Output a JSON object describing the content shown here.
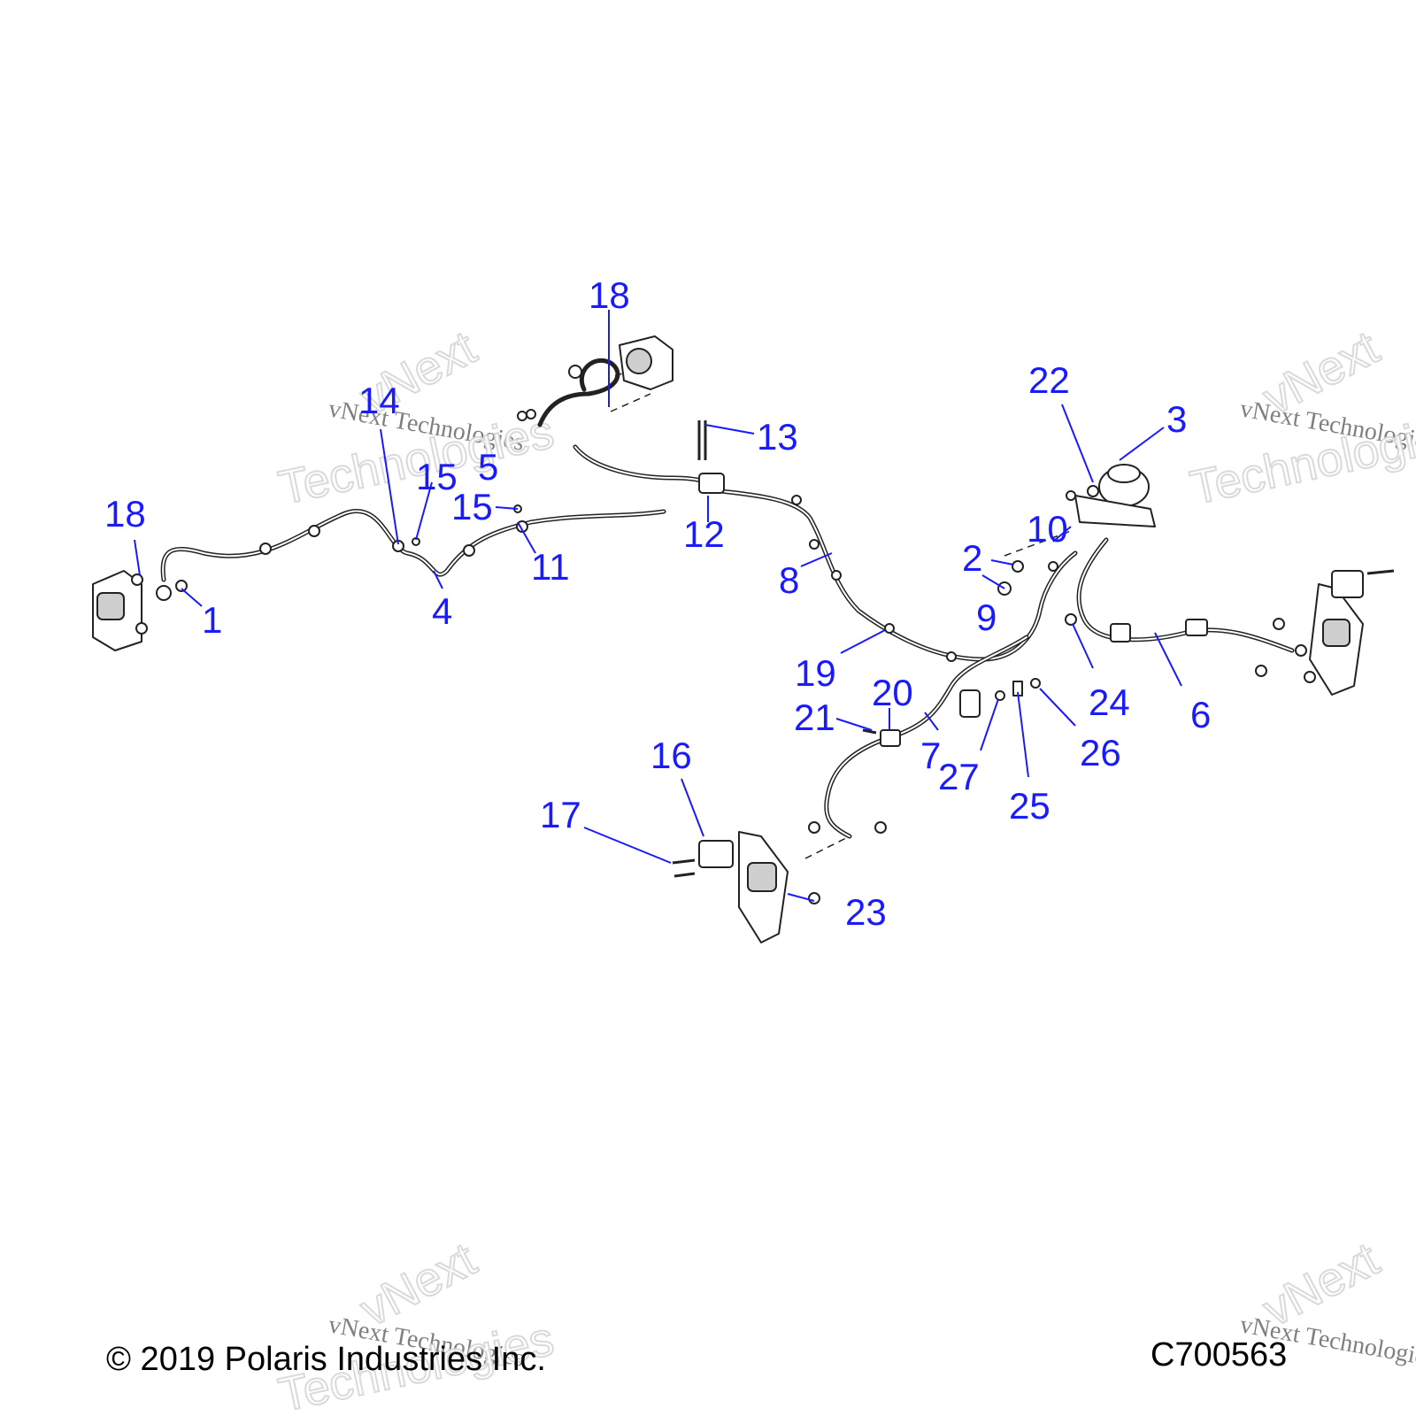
{
  "diagram": {
    "callouts": [
      "1",
      "2",
      "3",
      "4",
      "5",
      "6",
      "7",
      "8",
      "9",
      "10",
      "11",
      "12",
      "13",
      "14",
      "15",
      "15",
      "16",
      "17",
      "18",
      "18",
      "19",
      "20",
      "21",
      "22",
      "23",
      "24",
      "25",
      "26",
      "27"
    ],
    "watermark": {
      "line1": "vNext Technologies",
      "line2": "vNext",
      "line3": "Technologies"
    }
  },
  "footer": {
    "copyright": "© 2019 Polaris Industries Inc.",
    "figure_id": "C700563"
  }
}
